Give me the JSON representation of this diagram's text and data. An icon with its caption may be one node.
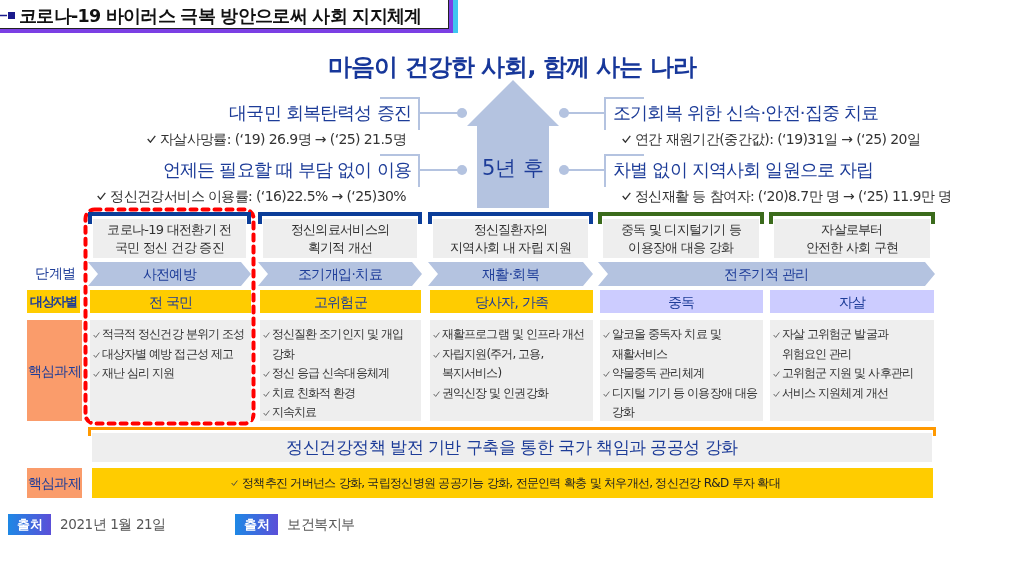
{
  "diagram": {
    "title": "코로나-19 바이러스 극복 방안으로써 사회 지지체계",
    "nodes": [
      {
        "text": [
          "대국민 회복탄력성 증진",
          "자살사망률: (‘19) 26.9명 → (‘25) 21.5명"
        ]
      },
      {
        "text": [
          "언제든 필요할 때 부담 없이 이용",
          "정신건강서비스 이용률: (‘16)22.5% → (‘25)30%"
        ]
      },
      {
        "text": [
          "5년 후"
        ]
      },
      {
        "text": [
          "조기회복 위한 신속·안전·집중 치료",
          "연간 재원기간(중간값): (‘19)31일 → (‘25) 20일"
        ]
      },
      {
        "text": [
          "차별 없이 지역사회 일원으로 자립",
          "정신재활 등 참여자: (‘20)8.7만 명 → (‘25) 11.9만 명"
        ]
      },
      {
        "text": [],
        "shape": "box"
      },
      {
        "text": [
          "코로나-19 대전환기 전 국민 정신 건강 증진"
        ],
        "in": 5
      },
      {
        "text": [
          "정신의료서비스의 획기적 개선"
        ]
      },
      {
        "text": [
          "정신질환자의 지역사회 내 자립 지원"
        ]
      },
      {
        "text": [
          "중독 및 디지털기기 등 이용장애 대응 강화"
        ]
      },
      {
        "text": [
          "자살로부터 안전한 사회 구현"
        ]
      },
      {
        "text": [
          "사전예방"
        ],
        "in": 5
      },
      {
        "text": [
          "조기개입·치료"
        ]
      },
      {
        "text": [
          "재활·회복"
        ]
      },
      {
        "text": [
          "전주기적 관리"
        ]
      },
      {
        "text": [
          "대상자별"
        ]
      },
      {
        "text": [
          "전 국민"
        ],
        "in": 5
      },
      {
        "text": [
          "고위험군"
        ]
      },
      {
        "text": [
          "당사자, 가족"
        ]
      },
      {
        "text": [
          "중독"
        ]
      },
      {
        "text": [
          "자살"
        ]
      },
      {
        "text": [
          "핵심과제"
        ]
      },
      {
        "text": [
          "적극적 정신건강 분위기 조성",
          "대상자별 예방 접근성 제고",
          "재난 심리 지원"
        ],
        "in": 5
      },
      {
        "text": [
          "정신질환 조기인지 및 개입 강화",
          "정신 응급 신속대응체계",
          "치료 친화적 환경",
          "지속치료"
        ]
      },
      {
        "text": [
          "재활프로그램 및 인프라 개선",
          "자립지원(주거, 고용, 복지서비스)",
          "권익신장 및 인권강화"
        ]
      },
      {
        "text": [
          "알코올 중독자 치료 및 재활서비스",
          "약물중독 관리체계",
          "디지털 기기 등 이용장애 대응 강화"
        ]
      },
      {
        "text": [
          "자살 고위험군 발굴과 위험요인 관리",
          "고위험군 지원 및 사후관리",
          "서비스 지원체계 개선"
        ]
      },
      {
        "text": [
          "정신건강정책 발전 기반 구축을 통한 국가 책임과 공공성 강화"
        ]
      },
      {
        "text": [
          "핵심과제"
        ]
      },
      {
        "text": [
          "정책추진 거버넌스 강화, 국립정신병원 공공기능 강화, 전문인력 확충 및 처우개선, 정신건강 R&D 투자 확대"
        ]
      },
      {
        "text": [
          "출처"
        ],
        "beside": [
          "2021년 1월 21일"
        ]
      },
      {
        "text": [
          "출처"
        ],
        "beside": [
          "보건복지부"
        ]
      }
    ],
    "edges": [
      {
        "from": 0,
        "to": 2,
        "arrow": "other"
      },
      {
        "from": 1,
        "to": 2,
        "arrow": "other"
      },
      {
        "from": 3,
        "to": 2,
        "arrow": "other"
      },
      {
        "from": 4,
        "to": 2,
        "arrow": "other"
      }
    ],
    "labels": [
      "마음이 건강한 사회, 함께 사는 나라",
      "단계별"
    ]
  }
}
